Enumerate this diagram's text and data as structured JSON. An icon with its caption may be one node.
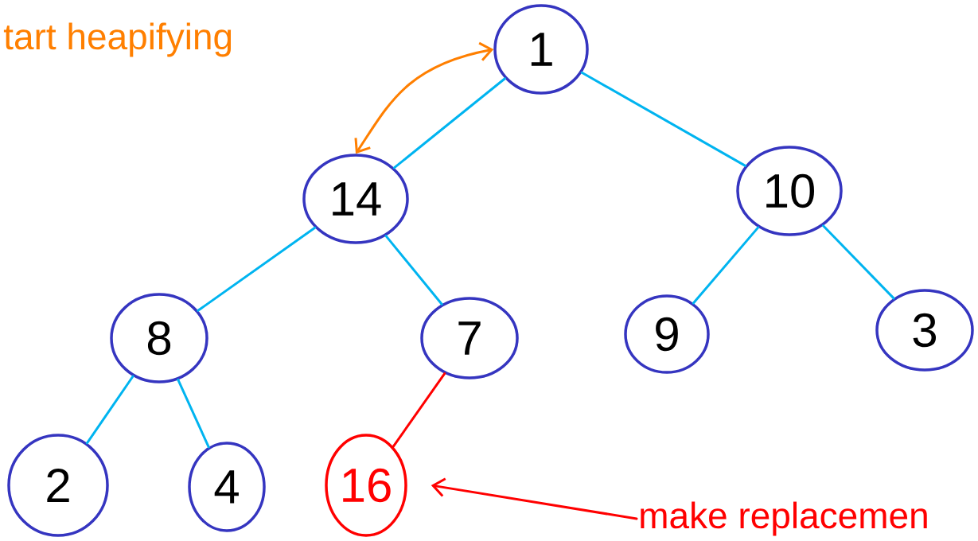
{
  "diagram": {
    "nodes": [
      {
        "text": [
          "1"
        ]
      },
      {
        "text": [
          "14"
        ]
      },
      {
        "text": [
          "10"
        ]
      },
      {
        "text": [
          "8"
        ]
      },
      {
        "text": [
          "7"
        ]
      },
      {
        "text": [
          "9"
        ]
      },
      {
        "text": [
          "3"
        ]
      },
      {
        "text": [
          "2"
        ]
      },
      {
        "text": [
          "4"
        ]
      },
      {
        "text": [
          "16"
        ]
      },
      {
        "text": [
          "make replacemen"
        ]
      }
    ],
    "edges": [
      {
        "from": 0,
        "to": 1,
        "arrow": "none"
      },
      {
        "from": 0,
        "to": 2,
        "arrow": "none"
      },
      {
        "from": 1,
        "to": 3,
        "arrow": "none"
      },
      {
        "from": 1,
        "to": 4,
        "arrow": "none"
      },
      {
        "from": 2,
        "to": 5,
        "arrow": "none"
      },
      {
        "from": 2,
        "to": 6,
        "arrow": "none"
      },
      {
        "from": 3,
        "to": 7,
        "arrow": "none"
      },
      {
        "from": 3,
        "to": 8,
        "arrow": "none"
      },
      {
        "from": 4,
        "to": 9,
        "arrow": "none",
        "color": "#ff0000"
      },
      {
        "from": 0,
        "to": 1,
        "arrow": "both",
        "color": "#ff7f00"
      },
      {
        "from": 10,
        "to": 9,
        "arrow": "to",
        "color": "#ff0000"
      }
    ],
    "labels": [
      "tart heapifying"
    ]
  }
}
